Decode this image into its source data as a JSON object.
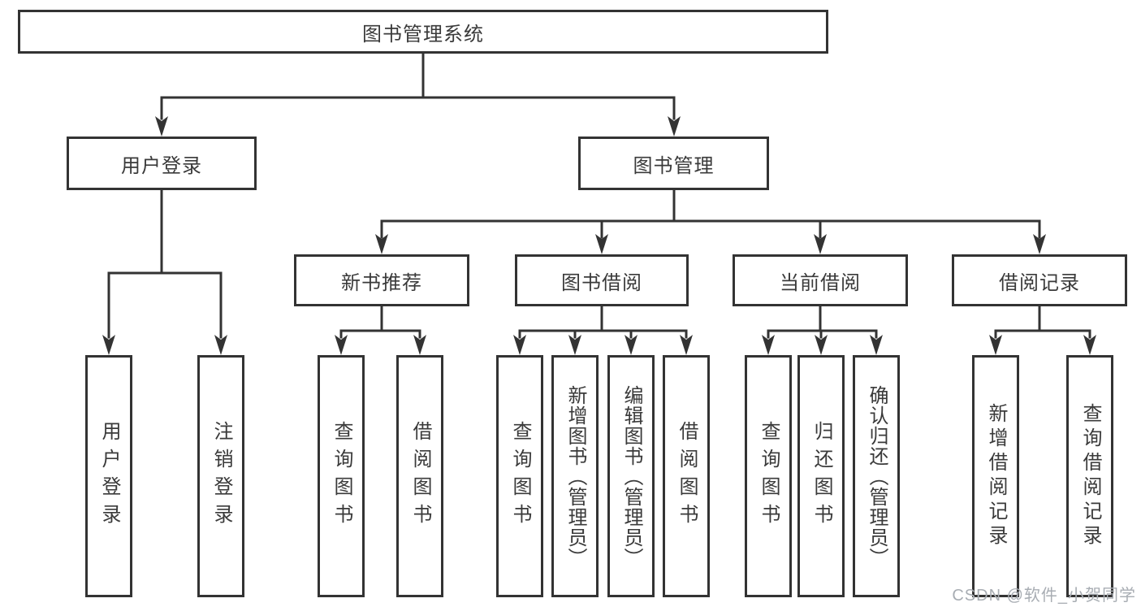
{
  "diagram": {
    "watermark": "CSDN @软件_小贺同学",
    "colors": {
      "line": "#333333",
      "border": "#333333",
      "text": "#3a3a3a",
      "watermark": "#a8adb3",
      "background": "#ffffff"
    },
    "root": {
      "label": "图书管理系统"
    },
    "level2": {
      "user_login": {
        "label": "用户登录"
      },
      "book_management": {
        "label": "图书管理"
      }
    },
    "level3": {
      "new_book_recommend": {
        "label": "新书推荐"
      },
      "book_borrow": {
        "label": "图书借阅"
      },
      "current_borrow": {
        "label": "当前借阅"
      },
      "borrow_records": {
        "label": "借阅记录"
      }
    },
    "leaves": {
      "user_login": [
        "用户登录",
        "注销登录"
      ],
      "new_book_recommend": [
        "查询图书",
        "借阅图书"
      ],
      "book_borrow": [
        "查询图书",
        "新增图书（管理员）",
        "编辑图书（管理员）",
        "借阅图书"
      ],
      "current_borrow": [
        "查询图书",
        "归还图书",
        "确认归还（管理员）"
      ],
      "borrow_records": [
        "新增借阅记录",
        "查询借阅记录"
      ]
    }
  }
}
